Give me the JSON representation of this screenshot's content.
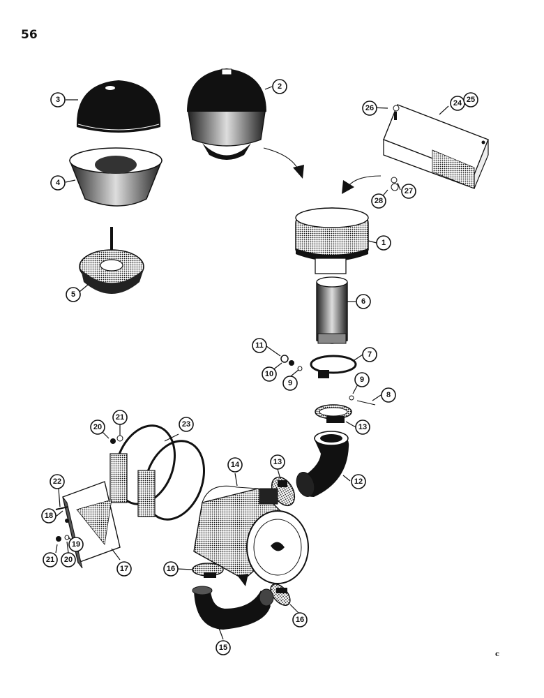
{
  "page": {
    "number": "56",
    "corner_mark": "c"
  },
  "callouts": [
    {
      "id": "c1",
      "label": "1"
    },
    {
      "id": "c2",
      "label": "2"
    },
    {
      "id": "c3",
      "label": "3"
    },
    {
      "id": "c4",
      "label": "4"
    },
    {
      "id": "c5",
      "label": "5"
    },
    {
      "id": "c6",
      "label": "6"
    },
    {
      "id": "c7",
      "label": "7"
    },
    {
      "id": "c8",
      "label": "8"
    },
    {
      "id": "c9a",
      "label": "9"
    },
    {
      "id": "c9b",
      "label": "9"
    },
    {
      "id": "c10",
      "label": "10"
    },
    {
      "id": "c11",
      "label": "11"
    },
    {
      "id": "c12",
      "label": "12"
    },
    {
      "id": "c13a",
      "label": "13"
    },
    {
      "id": "c13b",
      "label": "13"
    },
    {
      "id": "c14",
      "label": "14"
    },
    {
      "id": "c15",
      "label": "15"
    },
    {
      "id": "c16a",
      "label": "16"
    },
    {
      "id": "c16b",
      "label": "16"
    },
    {
      "id": "c17",
      "label": "17"
    },
    {
      "id": "c18",
      "label": "18"
    },
    {
      "id": "c19",
      "label": "19"
    },
    {
      "id": "c20a",
      "label": "20"
    },
    {
      "id": "c20b",
      "label": "20"
    },
    {
      "id": "c21a",
      "label": "21"
    },
    {
      "id": "c21b",
      "label": "21"
    },
    {
      "id": "c22",
      "label": "22"
    },
    {
      "id": "c23",
      "label": "23"
    },
    {
      "id": "c24",
      "label": "24"
    },
    {
      "id": "c25",
      "label": "25"
    },
    {
      "id": "c26",
      "label": "26"
    },
    {
      "id": "c27",
      "label": "27"
    },
    {
      "id": "c28",
      "label": "28"
    }
  ]
}
